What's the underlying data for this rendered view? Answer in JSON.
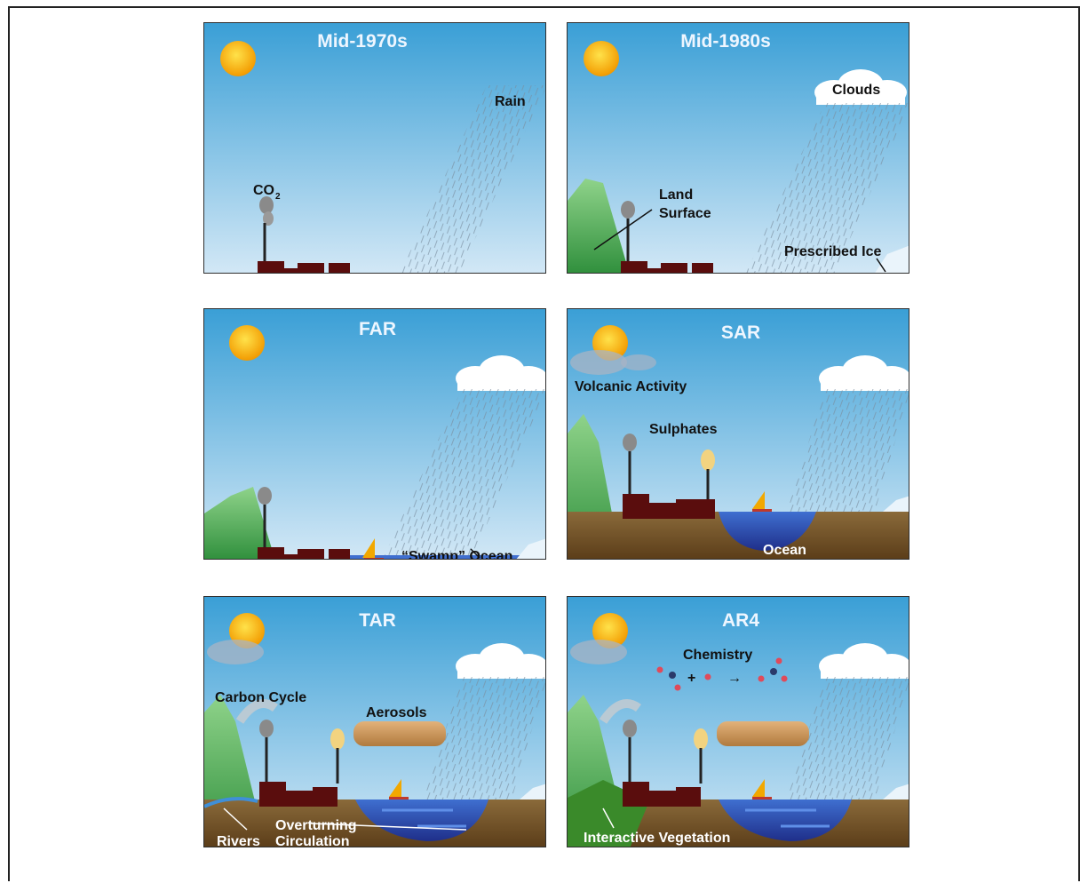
{
  "panels": {
    "p1970": {
      "title": "Mid-1970s",
      "rain": "Rain",
      "co2": "CO",
      "co2_sub": "2"
    },
    "p1980": {
      "title": "Mid-1980s",
      "clouds": "Clouds",
      "land1": "Land",
      "land2": "Surface",
      "ice": "Prescribed Ice"
    },
    "far": {
      "title": "FAR",
      "swamp": "“Swamp” Ocean"
    },
    "sar": {
      "title": "SAR",
      "volcanic": "Volcanic Activity",
      "sulphates": "Sulphates",
      "ocean": "Ocean"
    },
    "tar": {
      "title": "TAR",
      "carbon": "Carbon Cycle",
      "aerosols": "Aerosols",
      "rivers": "Rivers",
      "overturning1": "Overturning",
      "overturning2": "Circulation"
    },
    "ar4": {
      "title": "AR4",
      "chemistry": "Chemistry",
      "plus": "+",
      "arrow": "→",
      "vegetation": "Interactive Vegetation"
    }
  },
  "colors": {
    "sky_top": "#3a9fd6",
    "sky_bottom": "#cfe6f6",
    "sun": "#f7b500",
    "ground": "#6b4a22",
    "ocean": "#2f49a8",
    "factory": "#5a0d0d",
    "mountain": "#3aa14a"
  }
}
